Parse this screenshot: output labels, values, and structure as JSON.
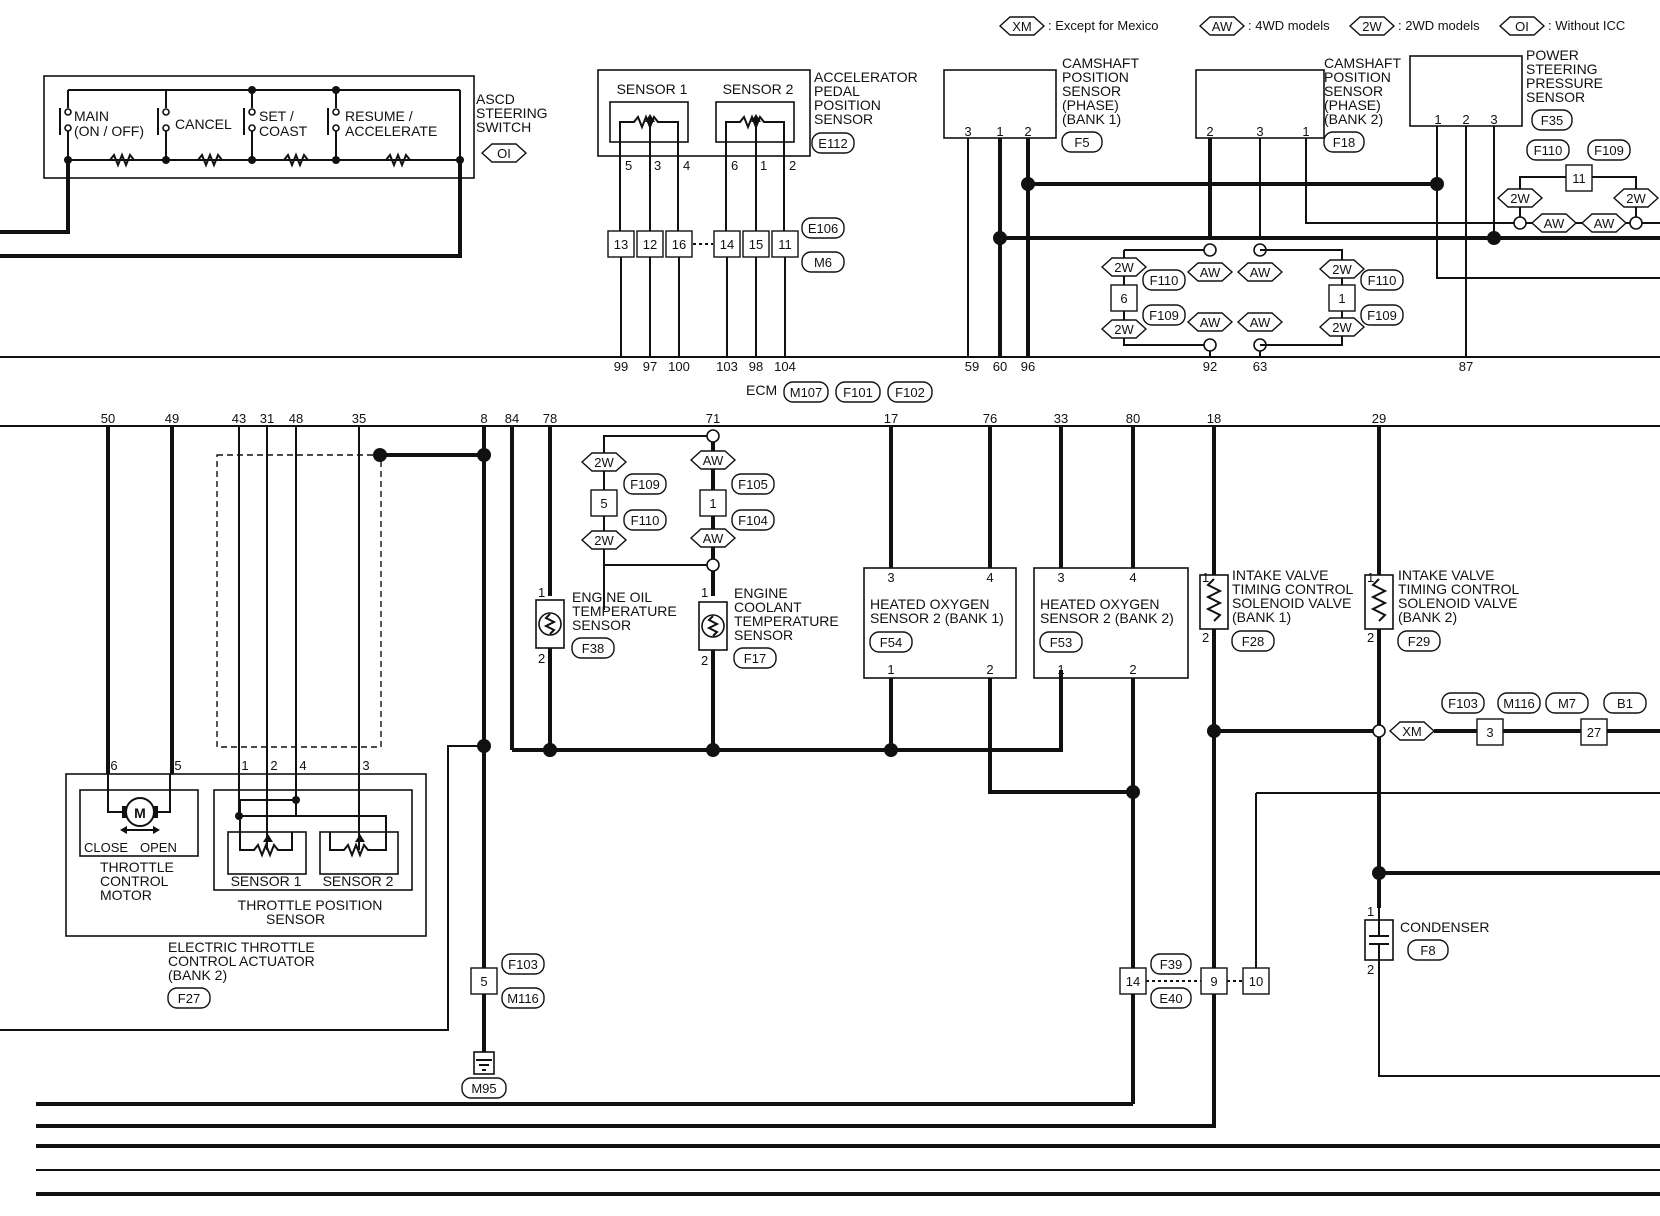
{
  "legend": [
    {
      "code": "XM",
      "text": ": Except for Mexico"
    },
    {
      "code": "AW",
      "text": ": 4WD models"
    },
    {
      "code": "2W",
      "text": ": 2WD models"
    },
    {
      "code": "OI",
      "text": ": Without ICC"
    }
  ],
  "ecm": {
    "label": "ECM",
    "connectors": [
      "M107",
      "F101",
      "F102"
    ]
  },
  "ecm_top_pins": [
    "99",
    "97",
    "100",
    "103",
    "98",
    "104",
    "59",
    "60",
    "96",
    "92",
    "63",
    "87"
  ],
  "ecm_bottom_pins": [
    "50",
    "49",
    "43",
    "31",
    "48",
    "35",
    "8",
    "84",
    "78",
    "71",
    "17",
    "76",
    "33",
    "80",
    "18",
    "29"
  ],
  "asdc": {
    "title": [
      "ASCD",
      "STEERING",
      "SWITCH"
    ],
    "condition": "OI",
    "switches": [
      [
        "MAIN",
        "(ON / OFF)"
      ],
      [
        "CANCEL"
      ],
      [
        "SET /",
        "COAST"
      ],
      [
        "RESUME /",
        "ACCELERATE"
      ]
    ]
  },
  "appsensor": {
    "title": [
      "ACCELERATOR",
      "PEDAL",
      "POSITION",
      "SENSOR"
    ],
    "connector": "E112",
    "sensor1": "SENSOR 1",
    "sensor2": "SENSOR 2",
    "pins": [
      "5",
      "3",
      "4",
      "6",
      "1",
      "2"
    ],
    "joint_pins": [
      "13",
      "12",
      "16",
      "14",
      "15",
      "11"
    ],
    "joint_connectors": [
      "E106",
      "M6"
    ]
  },
  "cmp1": {
    "title": [
      "CAMSHAFT",
      "POSITION",
      "SENSOR",
      "(PHASE)",
      "(BANK 1)"
    ],
    "connector": "F5",
    "pins": [
      "3",
      "1",
      "2"
    ]
  },
  "cmp2": {
    "title": [
      "CAMSHAFT",
      "POSITION",
      "SENSOR",
      "(PHASE)",
      "(BANK 2)"
    ],
    "connector": "F18",
    "pins": [
      "2",
      "3",
      "1"
    ]
  },
  "psp": {
    "title": [
      "POWER",
      "STEERING",
      "PRESSURE",
      "SENSOR"
    ],
    "connector": "F35",
    "pins": [
      "1",
      "2",
      "3"
    ]
  },
  "joints_top": {
    "left": {
      "pin": "6",
      "connectors": [
        "F110",
        "F109"
      ]
    },
    "right": {
      "pin": "1",
      "connectors": [
        "F110",
        "F109"
      ]
    },
    "far": {
      "pin": "11",
      "connectors": [
        "F110",
        "F109"
      ]
    }
  },
  "throttle": {
    "motor": "M",
    "close": "CLOSE",
    "open": "OPEN",
    "motor_label": [
      "THROTTLE",
      "CONTROL",
      "MOTOR"
    ],
    "sensor1": "SENSOR 1",
    "sensor2": "SENSOR 2",
    "tps_label": [
      "THROTTLE POSITION",
      "SENSOR"
    ],
    "actuator_label": [
      "ELECTRIC THROTTLE",
      "CONTROL ACTUATOR",
      "(BANK 2)"
    ],
    "connector": "F27",
    "pins": [
      "6",
      "5",
      "1",
      "2",
      "4",
      "3"
    ]
  },
  "ground": {
    "pin": "5",
    "connectors": [
      "F103",
      "M116"
    ],
    "ground_connector": "M95"
  },
  "eot": {
    "title": [
      "ENGINE OIL",
      "TEMPERATURE",
      "SENSOR"
    ],
    "connector": "F38",
    "pins": [
      "1",
      "2"
    ]
  },
  "ect": {
    "title": [
      "ENGINE",
      "COOLANT",
      "TEMPERATURE",
      "SENSOR"
    ],
    "connector": "F17",
    "pins": [
      "1",
      "2"
    ]
  },
  "ect_joints": {
    "left_pin": "5",
    "left_connectors": [
      "F109",
      "F110"
    ],
    "right_pin": "1",
    "right_connectors": [
      "F105",
      "F104"
    ]
  },
  "ho2s1": {
    "title": [
      "HEATED OXYGEN",
      "SENSOR 2 (BANK 1)"
    ],
    "connector": "F54",
    "pins": [
      "3",
      "4",
      "1",
      "2"
    ]
  },
  "ho2s2": {
    "title": [
      "HEATED OXYGEN",
      "SENSOR 2 (BANK 2)"
    ],
    "connector": "F53",
    "pins": [
      "3",
      "4",
      "1",
      "2"
    ]
  },
  "ivt1": {
    "title": [
      "INTAKE VALVE",
      "TIMING CONTROL",
      "SOLENOID VALVE",
      "(BANK 1)"
    ],
    "connector": "F28",
    "pins": [
      "1",
      "2"
    ]
  },
  "ivt2": {
    "title": [
      "INTAKE VALVE",
      "TIMING CONTROL",
      "SOLENOID VALVE",
      "(BANK 2)"
    ],
    "connector": "F29",
    "pins": [
      "1",
      "2"
    ]
  },
  "condenser": {
    "title": "CONDENSER",
    "connector": "F8",
    "pins": [
      "1",
      "2"
    ]
  },
  "right_joints": {
    "connectors": [
      "F103",
      "M116",
      "M7",
      "B1"
    ],
    "pins": [
      "3",
      "27"
    ],
    "condition": "XM"
  },
  "bottom_joint": {
    "pins": [
      "14",
      "9",
      "10"
    ],
    "connectors": [
      "F39",
      "E40"
    ]
  }
}
